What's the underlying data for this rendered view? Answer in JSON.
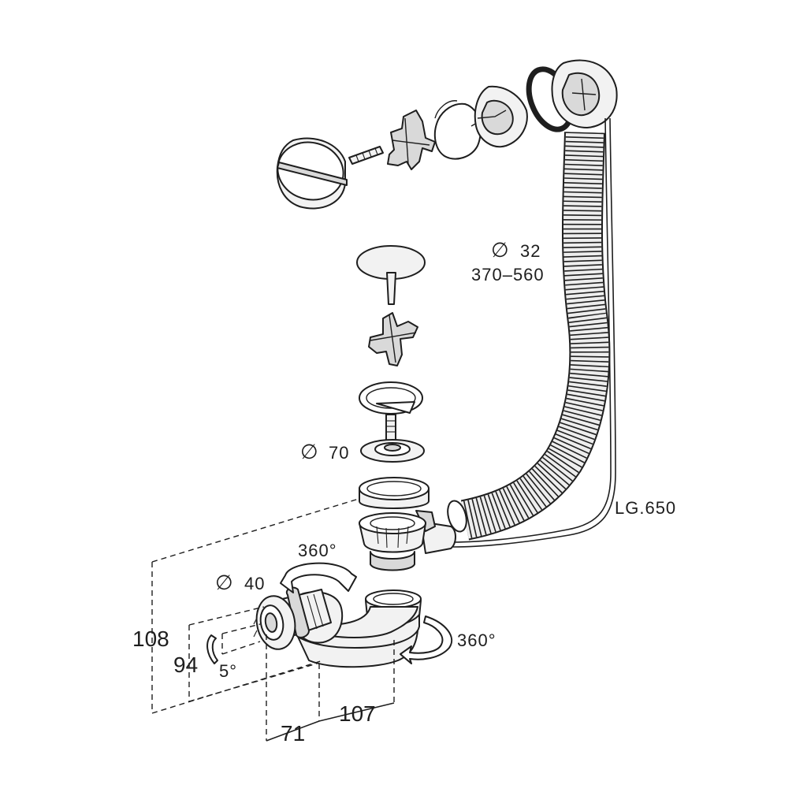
{
  "labels": {
    "hose_diameter": "32",
    "hose_length_range": "370–560",
    "strainer_diameter": "70",
    "cable_length": "LG.650",
    "outlet_rotation": "360°",
    "trap_rotation": "360°",
    "outlet_diameter": "40",
    "total_height": "108",
    "outlet_height": "94",
    "outlet_tilt": "5°",
    "outlet_offset": "71",
    "trap_offset": "107"
  },
  "symbols": {
    "diameter": "∅"
  }
}
